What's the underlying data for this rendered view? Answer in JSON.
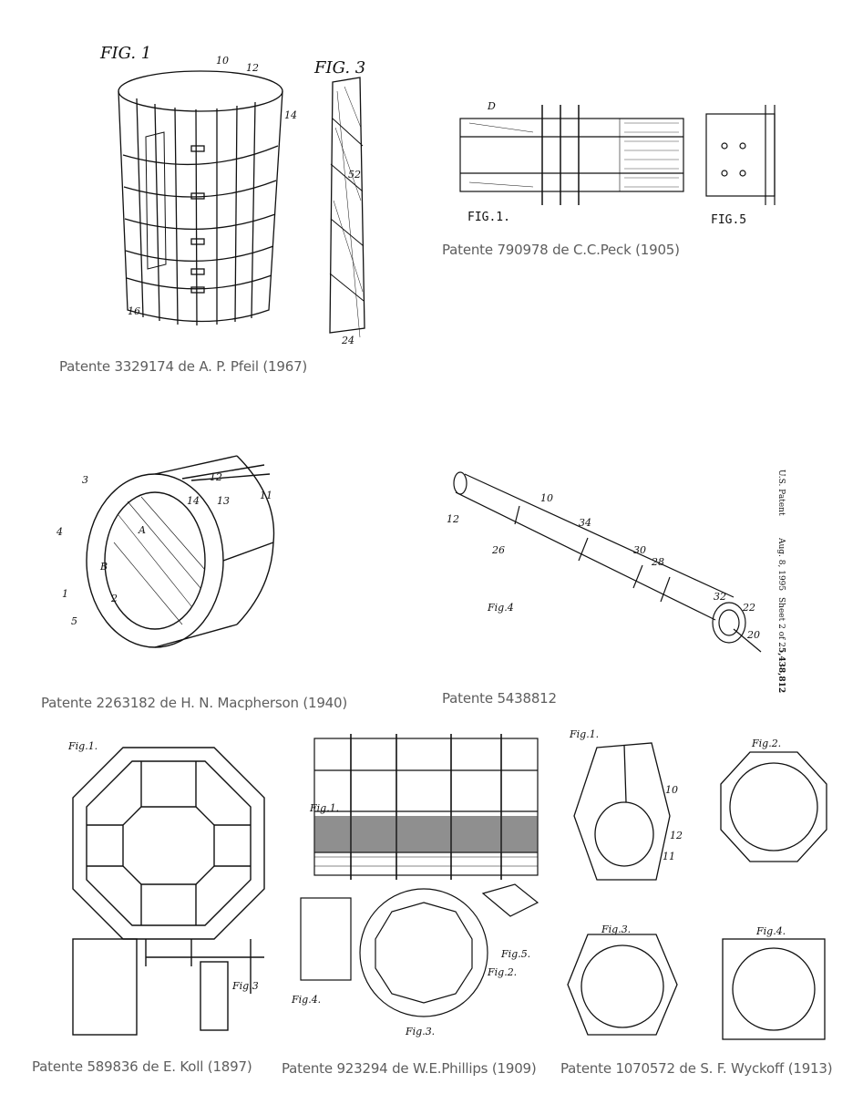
{
  "captions": {
    "pfeil": "Patente 3329174 de A. P. Pfeil (1967)",
    "peck": "Patente 790978 de C.C.Peck (1905)",
    "macpherson": "Patente 2263182 de H. N. Macpherson (1940)",
    "p5438812": "Patente 5438812",
    "koll": "Patente 589836 de E. Koll (1897)",
    "phillips": "Patente 923294 de W.E.Phillips (1909)",
    "wyckoff": "Patente 1070572 de S. F. Wyckoff (1913)"
  },
  "figures": {
    "pfeil": {
      "fig1": "FIG. 1",
      "fig3": "FIG. 3",
      "n10": "10",
      "n12": "12",
      "n14": "14",
      "n16": "16",
      "n52": "52",
      "n24": "24"
    },
    "peck": {
      "fig1": "FIG.1.",
      "fig5": "FIG.5",
      "d": "D"
    },
    "macpherson": {
      "n3": "3",
      "n4": "4",
      "n1": "1",
      "n5": "5",
      "n2": "2",
      "n12": "12",
      "n13": "13",
      "n14": "14",
      "n11": "11",
      "a": "A",
      "b": "B"
    },
    "p5438812": {
      "fig4": "Fig.4",
      "n10": "10",
      "n12": "12",
      "n26": "26",
      "n34": "34",
      "n30": "30",
      "n28": "28",
      "n32": "32",
      "n22": "22",
      "n20": "20",
      "side_patent": "U.S. Patent",
      "side_date": "Aug. 8, 1995",
      "side_sheet": "Sheet 2 of 2",
      "side_number": "5,438,812"
    },
    "koll": {
      "fig1": "Fig.1.",
      "fig3": "Fig.3"
    },
    "phillips": {
      "fig1": "Fig.1.",
      "fig2": "Fig.2.",
      "fig3": "Fig.3.",
      "fig4": "Fig.4.",
      "fig5": "Fig.5."
    },
    "wyckoff": {
      "fig1": "Fig.1.",
      "fig2": "Fig.2.",
      "fig3": "Fig.3.",
      "fig4": "Fig.4.",
      "n10": "10",
      "n11": "11",
      "n12": "12"
    }
  }
}
